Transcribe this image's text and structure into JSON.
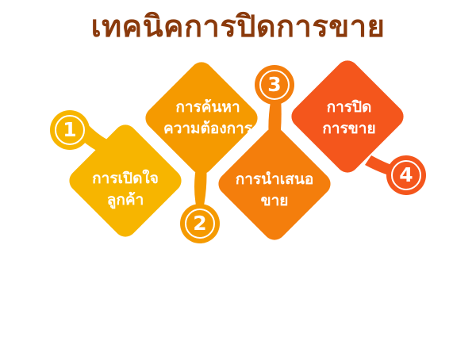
{
  "title": "เทคนิคการปิดการขาย",
  "steps": [
    {
      "number": "1",
      "line1": "การเปิดใจ",
      "line2": "ลูกค้า",
      "color": "#f7b500"
    },
    {
      "number": "2",
      "line1": "การค้นหา",
      "line2": "ความต้องการ",
      "color": "#f59a00"
    },
    {
      "number": "3",
      "line1": "การนำเสนอ",
      "line2": "ขาย",
      "color": "#f47e0c"
    },
    {
      "number": "4",
      "line1": "การปิด",
      "line2": "การขาย",
      "color": "#f4561c"
    }
  ]
}
